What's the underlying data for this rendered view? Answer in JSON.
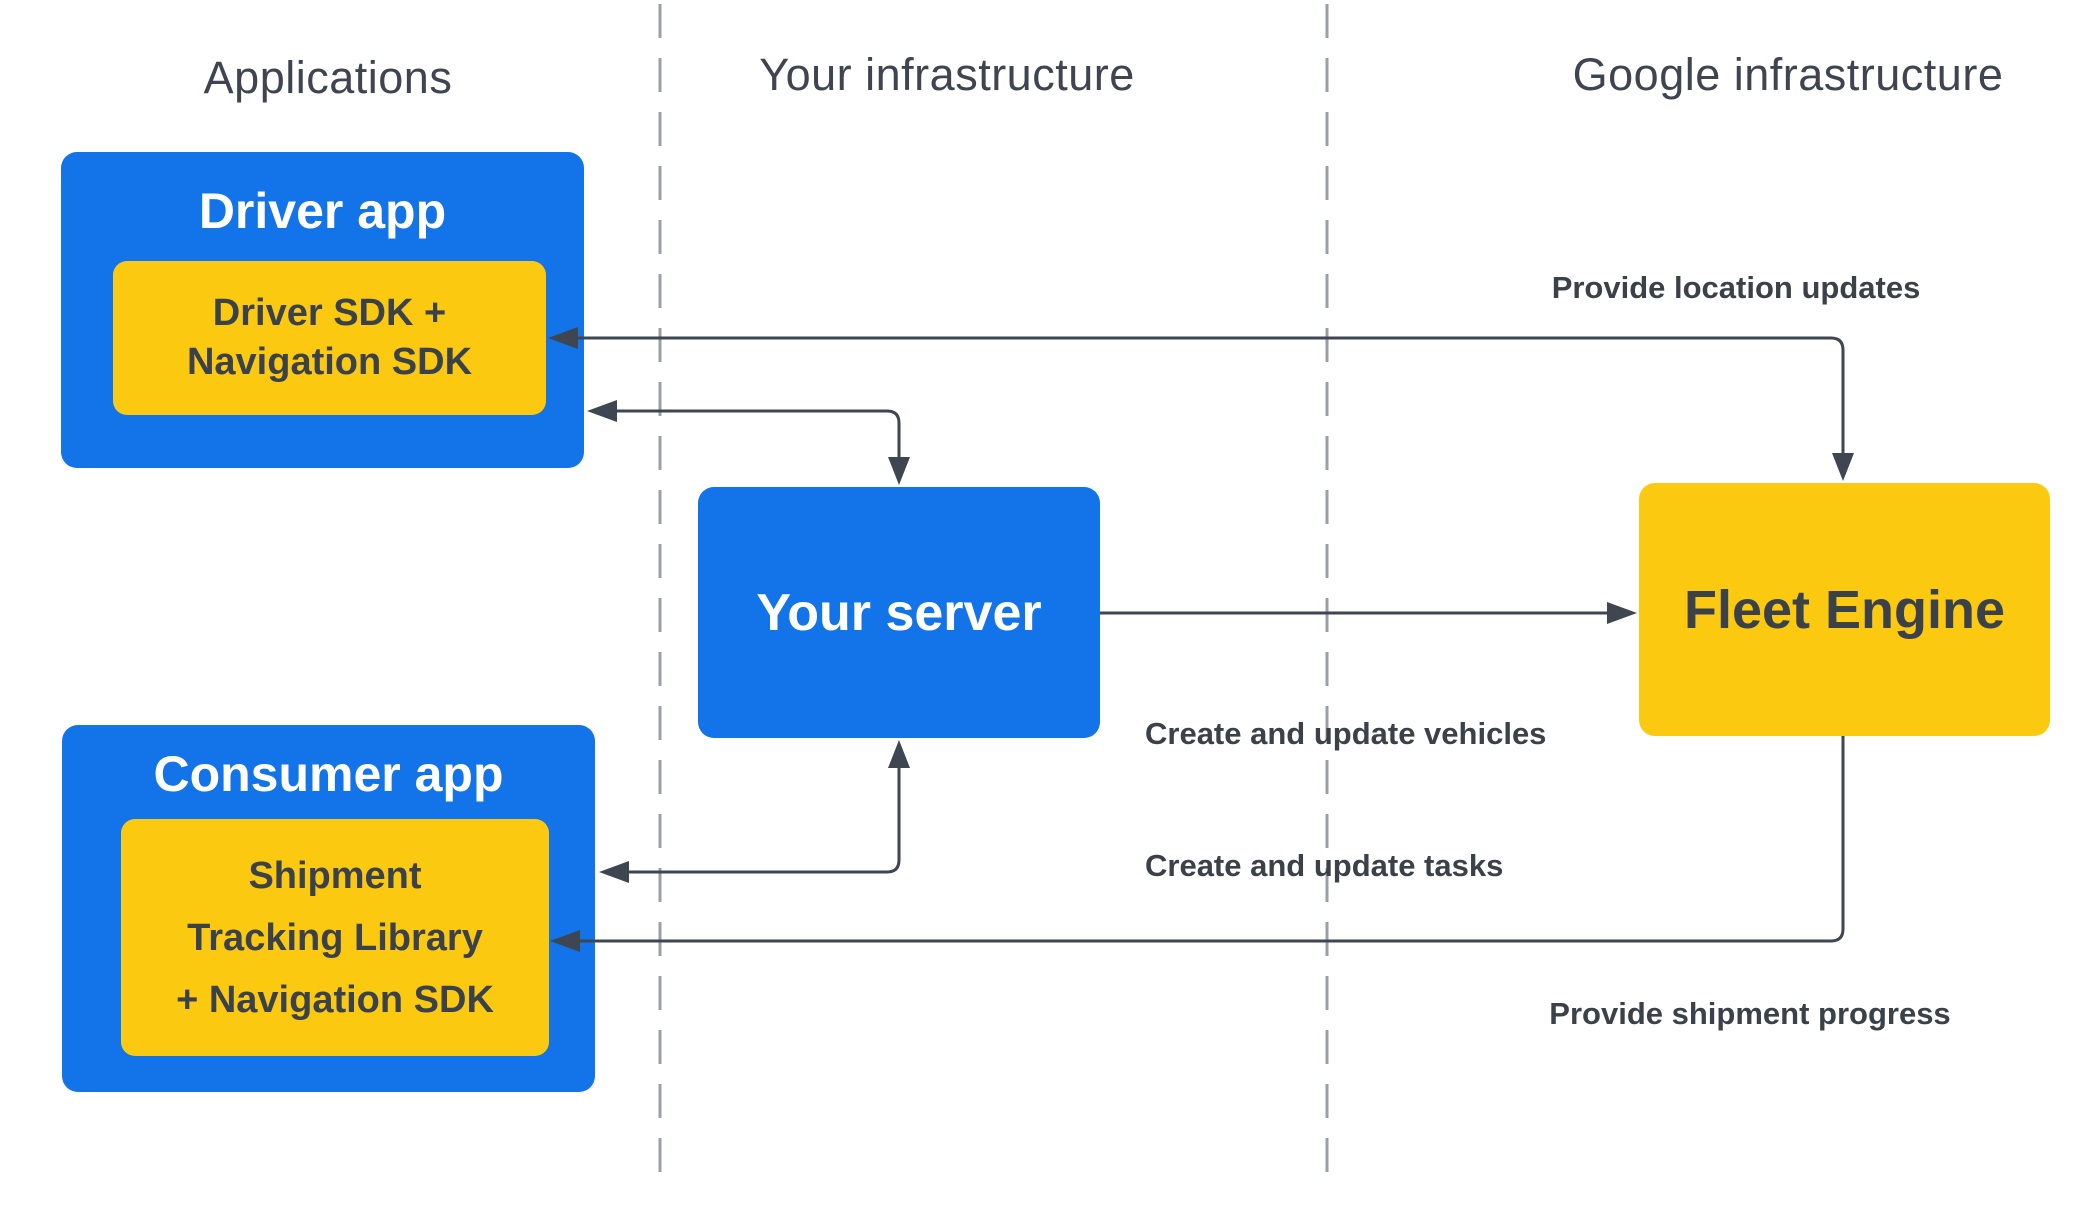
{
  "columns": {
    "applications": "Applications",
    "your_infrastructure": "Your infrastructure",
    "google_infrastructure": "Google infrastructure"
  },
  "nodes": {
    "driver_app": {
      "label": "Driver app",
      "sdk": {
        "line1": "Driver SDK +",
        "line2": "Navigation SDK"
      }
    },
    "consumer_app": {
      "label": "Consumer app",
      "sdk": {
        "line1": "Shipment",
        "line2": "Tracking Library",
        "line3": "+ Navigation SDK"
      }
    },
    "your_server": {
      "label": "Your server"
    },
    "fleet_engine": {
      "label": "Fleet Engine"
    }
  },
  "edges": {
    "location_updates": {
      "label": "Provide location updates"
    },
    "create_update": {
      "line1": "Create and update vehicles",
      "line2": "Create and update tasks"
    },
    "shipment_progress": {
      "label": "Provide shipment progress"
    }
  },
  "colors": {
    "blue": "#1373E8",
    "yellow": "#FCC911",
    "line": "#3E4652",
    "divider": "#9AA0A6",
    "heading": "#3E4450",
    "label_dark": "#3A4149",
    "white": "#FFFFFF"
  }
}
